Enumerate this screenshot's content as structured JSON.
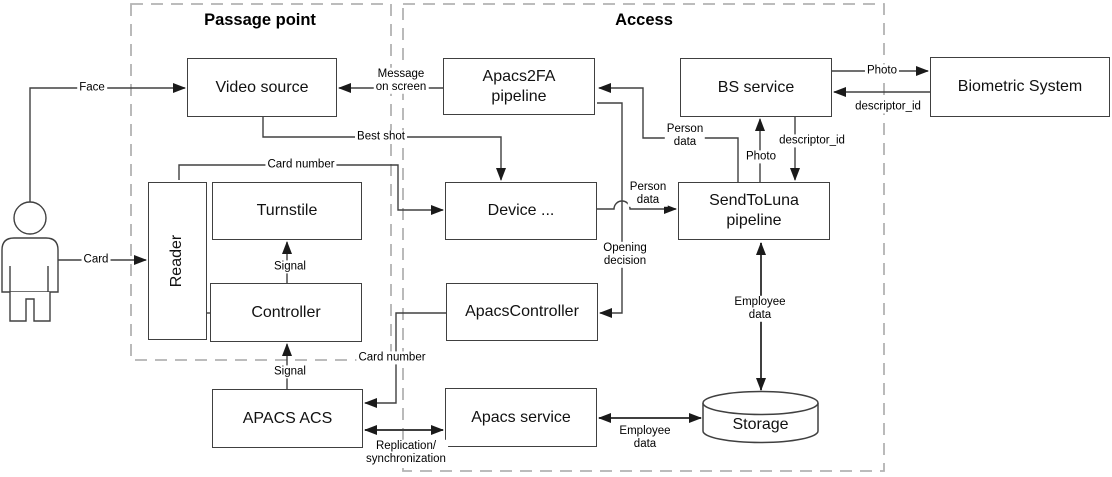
{
  "diagram": {
    "groups": {
      "passage": {
        "title": "Passage point"
      },
      "access": {
        "title": "Access"
      }
    },
    "nodes": {
      "video_source": "Video source",
      "reader": "Reader",
      "turnstile": "Turnstile",
      "controller": "Controller",
      "apacs_acs": "APACS ACS",
      "apacs2fa": "Apacs2FA\npipeline",
      "device": "Device ...",
      "apacscontroller": "ApacsController",
      "apacs_service": "Apacs service",
      "bs_service": "BS service",
      "sendtoluna": "SendToLuna\npipeline",
      "biometric_system": "Biometric System",
      "storage": "Storage"
    },
    "edge_labels": {
      "face": "Face",
      "card": "Card",
      "card_number_reader": "Card number",
      "best_shot": "Best shot",
      "message_on_screen": "Message\non screen",
      "signal_upper": "Signal",
      "signal_lower": "Signal",
      "opening_decision": "Opening\ndecision",
      "person_data_device": "Person\ndata",
      "person_data_luna": "Person\ndata",
      "photo_luna": "Photo",
      "descriptor_id_luna": "descriptor_id",
      "photo_bs": "Photo",
      "descriptor_id_bs": "descriptor_id",
      "employee_data_luna": "Employee\ndata",
      "employee_data_storage": "Employee\ndata",
      "card_number_acs": "Card number",
      "replication": "Replication/\nsynchronization"
    },
    "colors": {
      "line": "#404040",
      "box_border": "#404040",
      "dashed_border": "#b3b3b3",
      "text": "#000000",
      "background": "#ffffff"
    }
  }
}
